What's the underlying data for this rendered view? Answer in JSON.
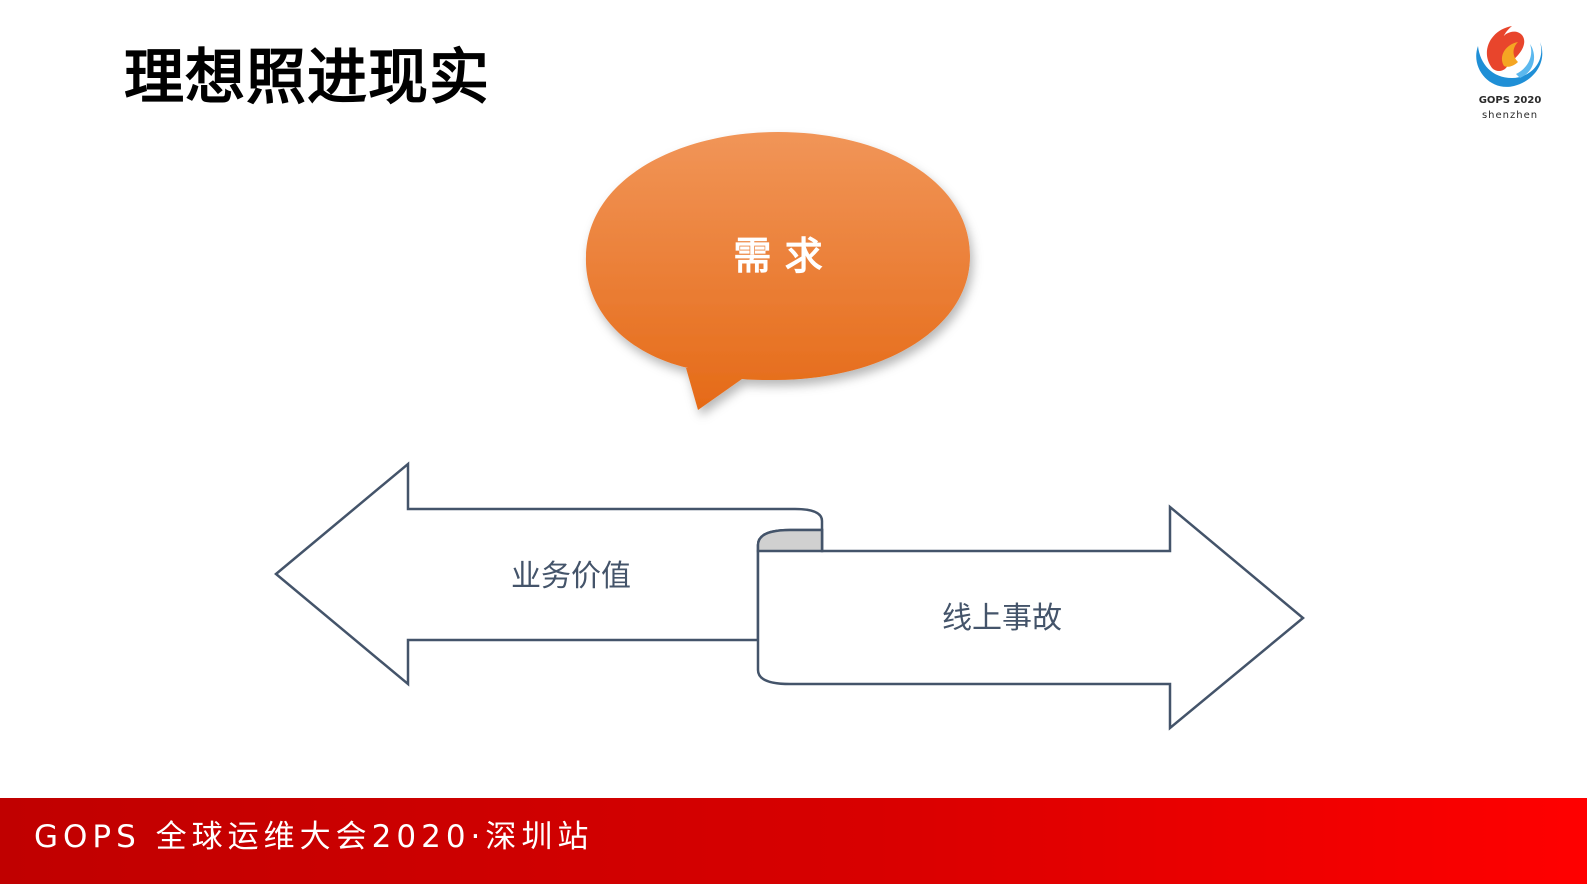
{
  "slide": {
    "title": "理想照进现实",
    "logo": {
      "line1": "GOPS 2020",
      "line2": "shenzhen"
    },
    "footer": {
      "text": "GOPS 全球运维大会2020·深圳站"
    }
  },
  "diagram": {
    "bubble_label": "需 求",
    "left_arrow_label": "业务价值",
    "right_arrow_label": "线上事故"
  },
  "colors": {
    "bubble_top": "#f19558",
    "bubble_bottom": "#e56a17",
    "arrow_stroke": "#44546a",
    "arrow_fill": "#ffffff",
    "scroll_curl": "#d0d0d0",
    "footer_red": "#e00000",
    "label_text": "#44546a"
  },
  "icons": {
    "logo": "gops-flame-logo-icon"
  }
}
